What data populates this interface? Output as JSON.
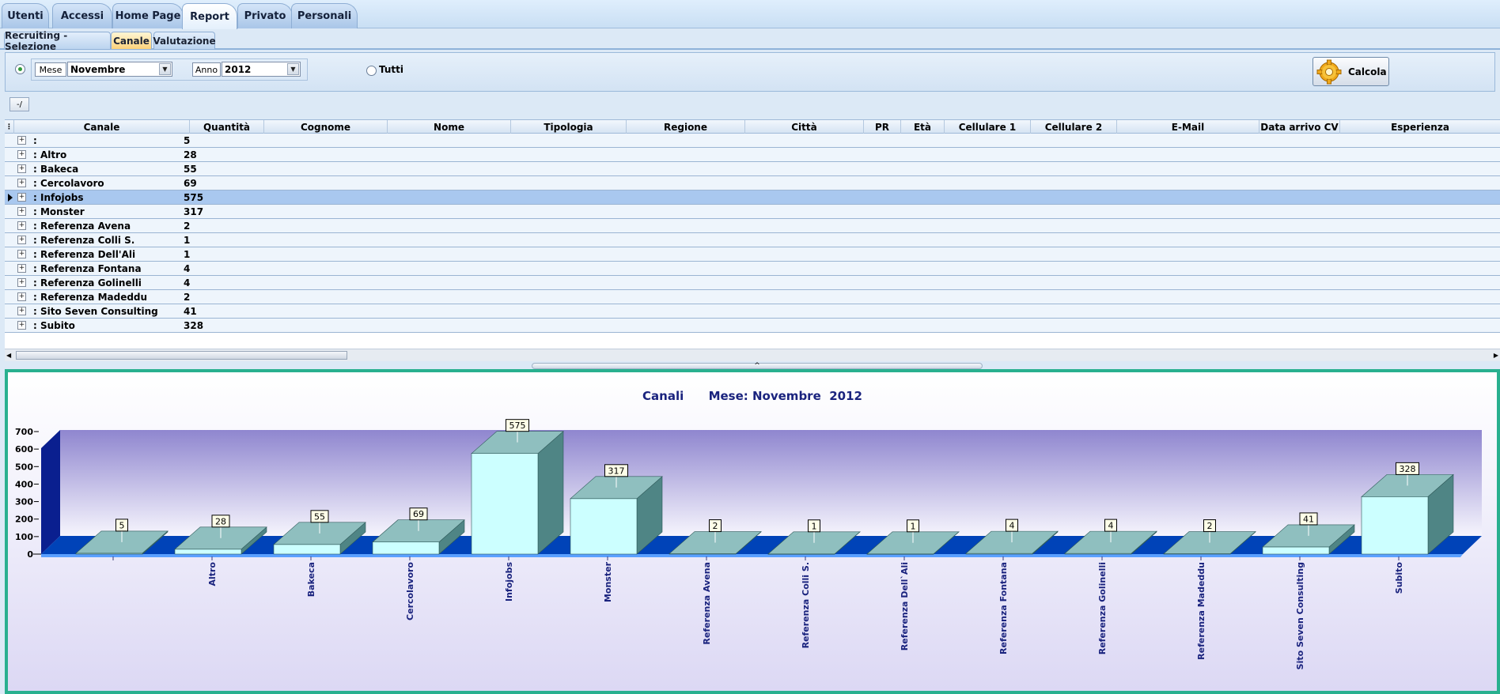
{
  "main_tabs": [
    "Utenti",
    "Accessi",
    "Home Page",
    "Report",
    "Privato",
    "Personali"
  ],
  "active_main_tab": "Report",
  "sub_tabs": [
    "Recruiting - Selezione",
    "Canale",
    "Valutazione"
  ],
  "active_sub_tab": "Canale",
  "filter": {
    "mese_label": "Mese",
    "mese_value": "Novembre",
    "anno_label": "Anno",
    "anno_value": "2012",
    "tutti_label": "Tutti",
    "calc_label": "Calcola"
  },
  "collapse_button_label": "-/",
  "grid": {
    "columns": [
      "Canale",
      "Quantità",
      "Cognome",
      "Nome",
      "Tipologia",
      "Regione",
      "Città",
      "PR",
      "Età",
      "Cellulare 1",
      "Cellulare 2",
      "E-Mail",
      "Data arrivo CV",
      "Esperienza"
    ],
    "rows": [
      {
        "canale": ":",
        "quantita": "5"
      },
      {
        "canale": ": Altro",
        "quantita": "28"
      },
      {
        "canale": ": Bakeca",
        "quantita": "55"
      },
      {
        "canale": ": Cercolavoro",
        "quantita": "69"
      },
      {
        "canale": ": Infojobs",
        "quantita": "575"
      },
      {
        "canale": ": Monster",
        "quantita": "317"
      },
      {
        "canale": ": Referenza Avena",
        "quantita": "2"
      },
      {
        "canale": ": Referenza Colli S.",
        "quantita": "1"
      },
      {
        "canale": ": Referenza Dell'Ali",
        "quantita": "1"
      },
      {
        "canale": ": Referenza Fontana",
        "quantita": "4"
      },
      {
        "canale": ": Referenza Golinelli",
        "quantita": "4"
      },
      {
        "canale": ": Referenza Madeddu",
        "quantita": "2"
      },
      {
        "canale": ": Sito Seven Consulting",
        "quantita": "41"
      },
      {
        "canale": ": Subito",
        "quantita": "328"
      }
    ],
    "selected_row": 4
  },
  "chart_data": {
    "type": "bar",
    "title": "Canali      Mese: Novembre  2012",
    "categories": [
      "",
      "Altro",
      "Bakeca",
      "Cercolavoro",
      "Infojobs",
      "Monster",
      "Referenza Avena",
      "Referenza Colli S.",
      "Referenza Dell`Ali",
      "Referenza Fontana",
      "Referenza Golinelli",
      "Referenza Madeddu",
      "Sito Seven Consulting",
      "Subito"
    ],
    "values": [
      5,
      28,
      55,
      69,
      575,
      317,
      2,
      1,
      1,
      4,
      4,
      2,
      41,
      328
    ],
    "yticks": [
      "0",
      "100",
      "200",
      "300",
      "400",
      "500",
      "600",
      "700"
    ],
    "ylim": [
      0,
      700
    ],
    "colors": {
      "bar_front": "#ccffff",
      "bar_top": "#8fbfbf",
      "bar_side": "#4f8585",
      "floor": "#0043b8",
      "wall": "#8f86cf",
      "title": "#1a237e"
    }
  }
}
